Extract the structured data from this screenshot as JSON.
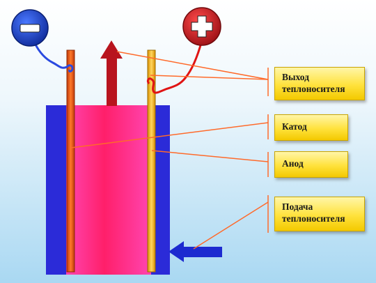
{
  "labels": {
    "outlet": [
      "Выход",
      "теплоносителя"
    ],
    "cathode": "Катод",
    "anode": "Анод",
    "inlet": [
      "Подача",
      "теплоносителя"
    ]
  },
  "terminals": {
    "negative_symbol": "minus-icon",
    "positive_symbol": "plus-icon"
  },
  "colors": {
    "background_top": "#ffffff",
    "background_bottom": "#a9d8f2",
    "vessel_outer": "#2b2bd8",
    "vessel_inner": "#ff2a7a",
    "cathode": "#f05a14",
    "anode": "#f6b820",
    "label_fill": "#ffe23c",
    "leader_line": "#ff6a2a",
    "inlet_arrow": "#1c2ad0",
    "outlet_arrow": "#b8141e",
    "negative_terminal": "#1a3fc0",
    "positive_terminal": "#c81420"
  }
}
